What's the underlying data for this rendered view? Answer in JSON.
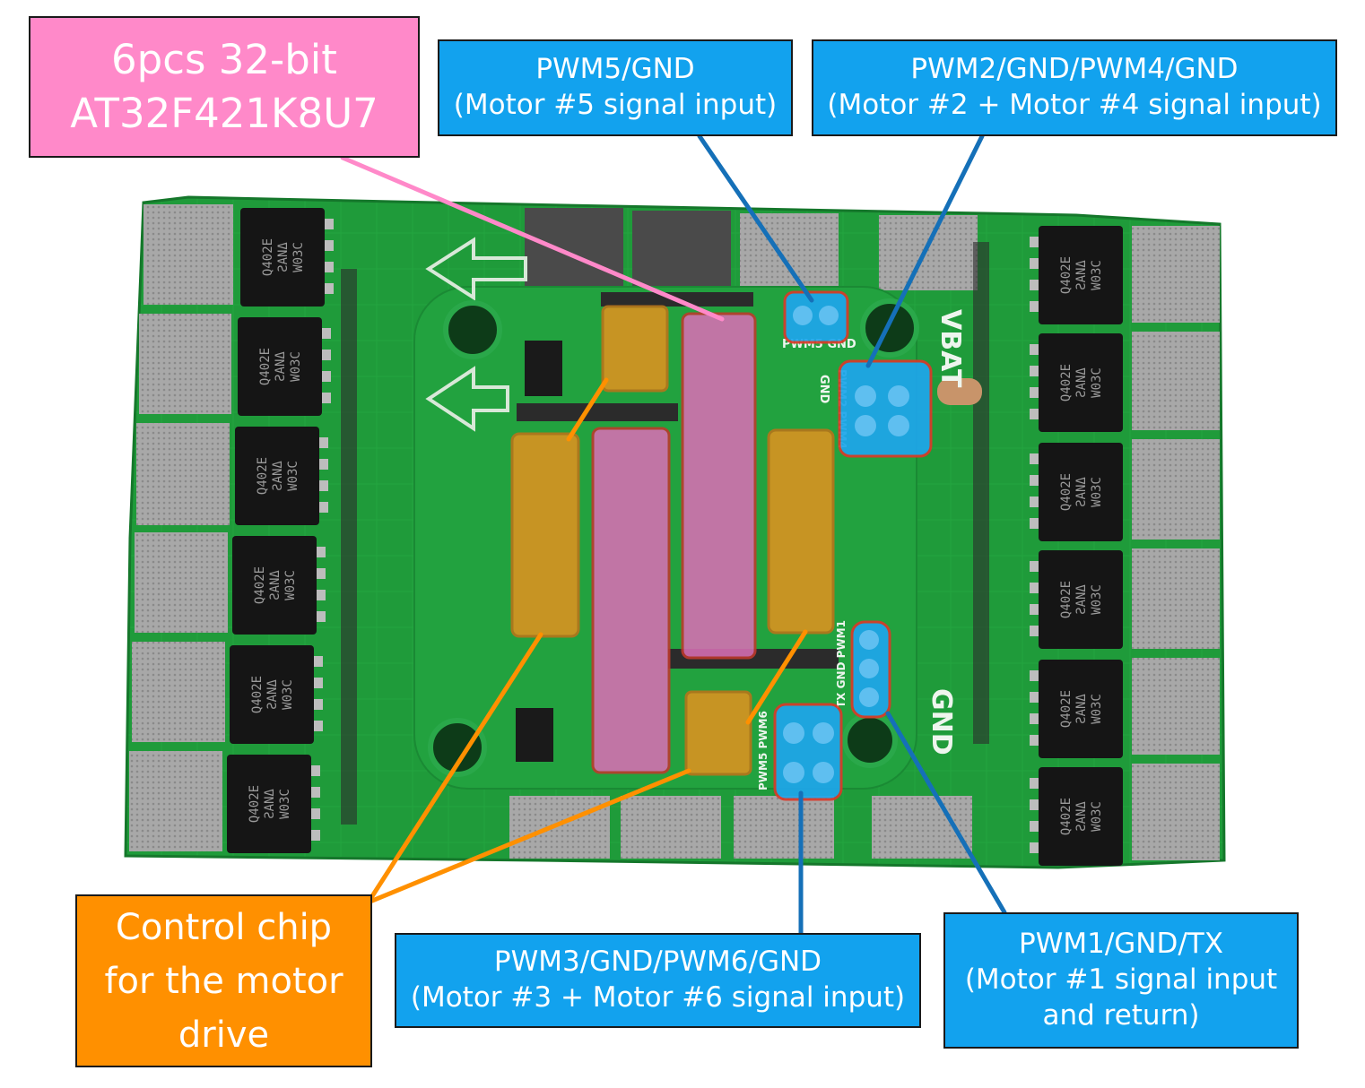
{
  "callouts": {
    "chips": {
      "lines": [
        "6pcs 32-bit",
        "AT32F421K8U7"
      ]
    },
    "pwm5": {
      "lines": [
        "PWM5/GND",
        "(Motor #5 signal input)"
      ]
    },
    "pwm24": {
      "lines": [
        "PWM2/GND/PWM4/GND",
        "(Motor #2 + Motor #4 signal input)"
      ]
    },
    "control": {
      "lines": [
        "Control chip",
        "for the motor",
        "drive"
      ]
    },
    "pwm36": {
      "lines": [
        "PWM3/GND/PWM6/GND",
        "(Motor #3 + Motor #6 signal input)"
      ]
    },
    "pwm1": {
      "lines": [
        "PWM1/GND/TX",
        "(Motor #1 signal input",
        "and return)"
      ]
    }
  },
  "board": {
    "mosfet_marking": [
      "Q402E",
      "ƧANΔ",
      "W03C"
    ],
    "silk_vbat": "VBAT",
    "silk_gnd": "GND",
    "silk_gnd_small": "GND",
    "silk_pwm5_gnd": "PWM5 GND",
    "silk_pwm2_pwm4": "PWM2 PWM4",
    "silk_tx_gnd_pwm1": "TX GND PWM1",
    "silk_pwm5_pwm6": "PWM5 PWM6"
  },
  "colors": {
    "pcb": "#1f9b3a",
    "callout_blue": "#12a2ee",
    "callout_pink": "#ff89c9",
    "callout_orange": "#ff9000",
    "line_blue": "#1570b8",
    "line_orange": "#ff9000",
    "line_pink": "#ff89c9",
    "highlight_red": "#d93a2a"
  }
}
